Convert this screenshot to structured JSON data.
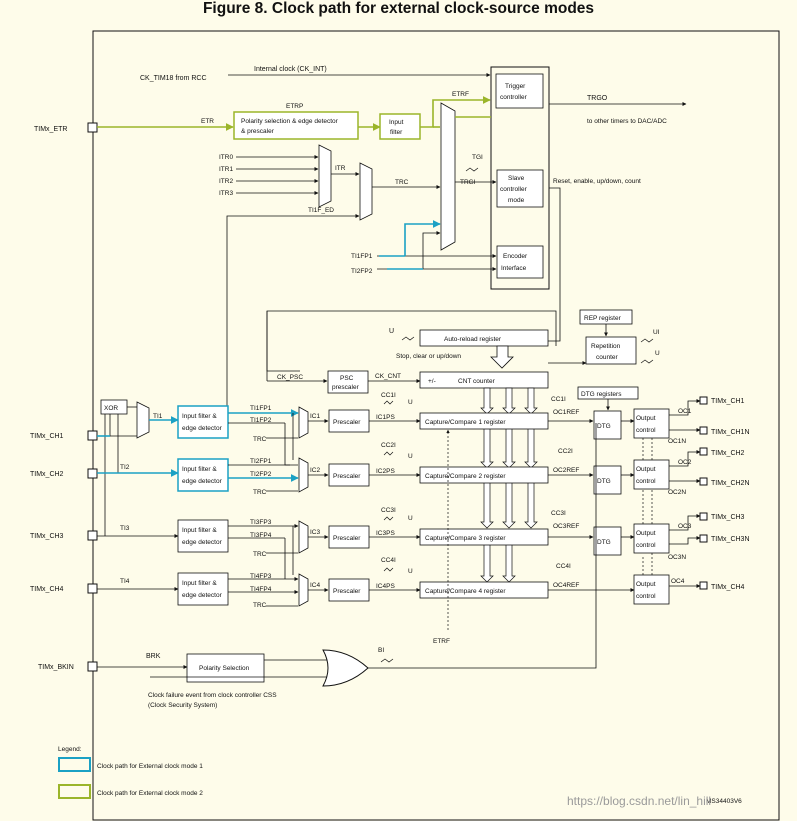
{
  "figure_title": "Figure 8. Clock path for external clock-source modes",
  "pins": {
    "etr": "TIMx_ETR",
    "ch1": "TIMx_CH1",
    "ch2": "TIMx_CH2",
    "ch3": "TIMx_CH3",
    "ch4": "TIMx_CH4",
    "bkin": "TIMx_BKIN"
  },
  "out_pins": {
    "ch1": "TIMx_CH1",
    "ch1n": "TIMx_CH1N",
    "ch2": "TIMx_CH2",
    "ch2n": "TIMx_CH2N",
    "ch3": "TIMx_CH3",
    "ch3n": "TIMx_CH3N",
    "ch4": "TIMx_CH4"
  },
  "blocks": {
    "polarity": "Polarity selection & edge detector",
    "prescaler_amp": "& prescaler",
    "input": "Input",
    "filter": "filter",
    "trigger": "Trigger",
    "controller": "controller",
    "slave": "Slave",
    "slave_controller": "controller",
    "mode": "mode",
    "encoder": "Encoder",
    "interface": "Interface",
    "rep_register": "REP register",
    "repetition": "Repetition",
    "counter": "counter",
    "autoreload": "Auto-reload register",
    "psc": "PSC",
    "psc_prescaler": "prescaler",
    "cnt_counter": "CNT counter",
    "plusminus": "+/-",
    "dtg_registers": "DTG registers",
    "input_filter": "Input filter &",
    "edge_detector": "edge detector",
    "prescaler": "Prescaler",
    "cc1": "Capture/Compare 1 register",
    "cc2": "Capture/Compare 2 register",
    "cc3": "Capture/Compare 3 register",
    "cc4": "Capture/Compare 4 register",
    "dtg": "DTG",
    "output": "Output",
    "control": "control",
    "xor": "XOR",
    "polarity_selection": "Polarity Selection",
    "brk": "BRK"
  },
  "signals": {
    "ck_tim18": "CK_TIM18 from RCC",
    "internal_clock": "Internal clock (CK_INT)",
    "etrp": "ETRP",
    "etr": "ETR",
    "etrf": "ETRF",
    "trgo": "TRGO",
    "to_other": "to other timers to DAC/ADC",
    "itr0": "ITR0",
    "itr1": "ITR1",
    "itr2": "ITR2",
    "itr3": "ITR3",
    "itr": "ITR",
    "trc": "TRC",
    "tgi": "TGI",
    "trgi": "TRGI",
    "ti1f_ed": "TI1F_ED",
    "reset_enable": "Reset, enable, up/down, count",
    "ti1fp1": "TI1FP1",
    "ti2fp2": "TI2FP2",
    "u": "U",
    "ui": "UI",
    "stop_clear": "Stop, clear or up/down",
    "ck_psc": "CK_PSC",
    "ck_cnt": "CK_CNT",
    "ti1": "TI1",
    "ti2": "TI2",
    "ti3": "TI3",
    "ti4": "TI4",
    "ti1fp2": "TI1FP2",
    "ti2fp1": "TI2FP1",
    "ti3fp3": "TI3FP3",
    "ti3fp4": "TI3FP4",
    "ti4fp3": "TI4FP3",
    "ti4fp4": "TI4FP4",
    "ic1": "IC1",
    "ic2": "IC2",
    "ic3": "IC3",
    "ic4": "IC4",
    "ic1ps": "IC1PS",
    "ic2ps": "IC2PS",
    "ic3ps": "IC3PS",
    "ic4ps": "IC4PS",
    "cc1i": "CC1I",
    "cc2i": "CC2I",
    "cc3i": "CC3I",
    "cc4i": "CC4I",
    "oc1ref": "OC1REF",
    "oc2ref": "OC2REF",
    "oc3ref": "OC3REF",
    "oc4ref": "OC4REF",
    "oc1": "OC1",
    "oc1n": "OC1N",
    "oc2": "OC2",
    "oc2n": "OC2N",
    "oc3": "OC3",
    "oc3n": "OC3N",
    "oc4": "OC4",
    "bi": "BI",
    "css1": "Clock failure event from clock controller CSS",
    "css2": "(Clock Security System)"
  },
  "legend": {
    "title": "Legend:",
    "mode1": "Clock path for External clock mode 1",
    "mode2": "Clock path for External clock mode 2"
  },
  "colors": {
    "mode1": "#1ba1c4",
    "mode2": "#9bb52a",
    "background": "#fefcea"
  },
  "footer": {
    "ref": "MS34403V6",
    "watermark": "https://blog.csdn.net/lin_hill"
  }
}
